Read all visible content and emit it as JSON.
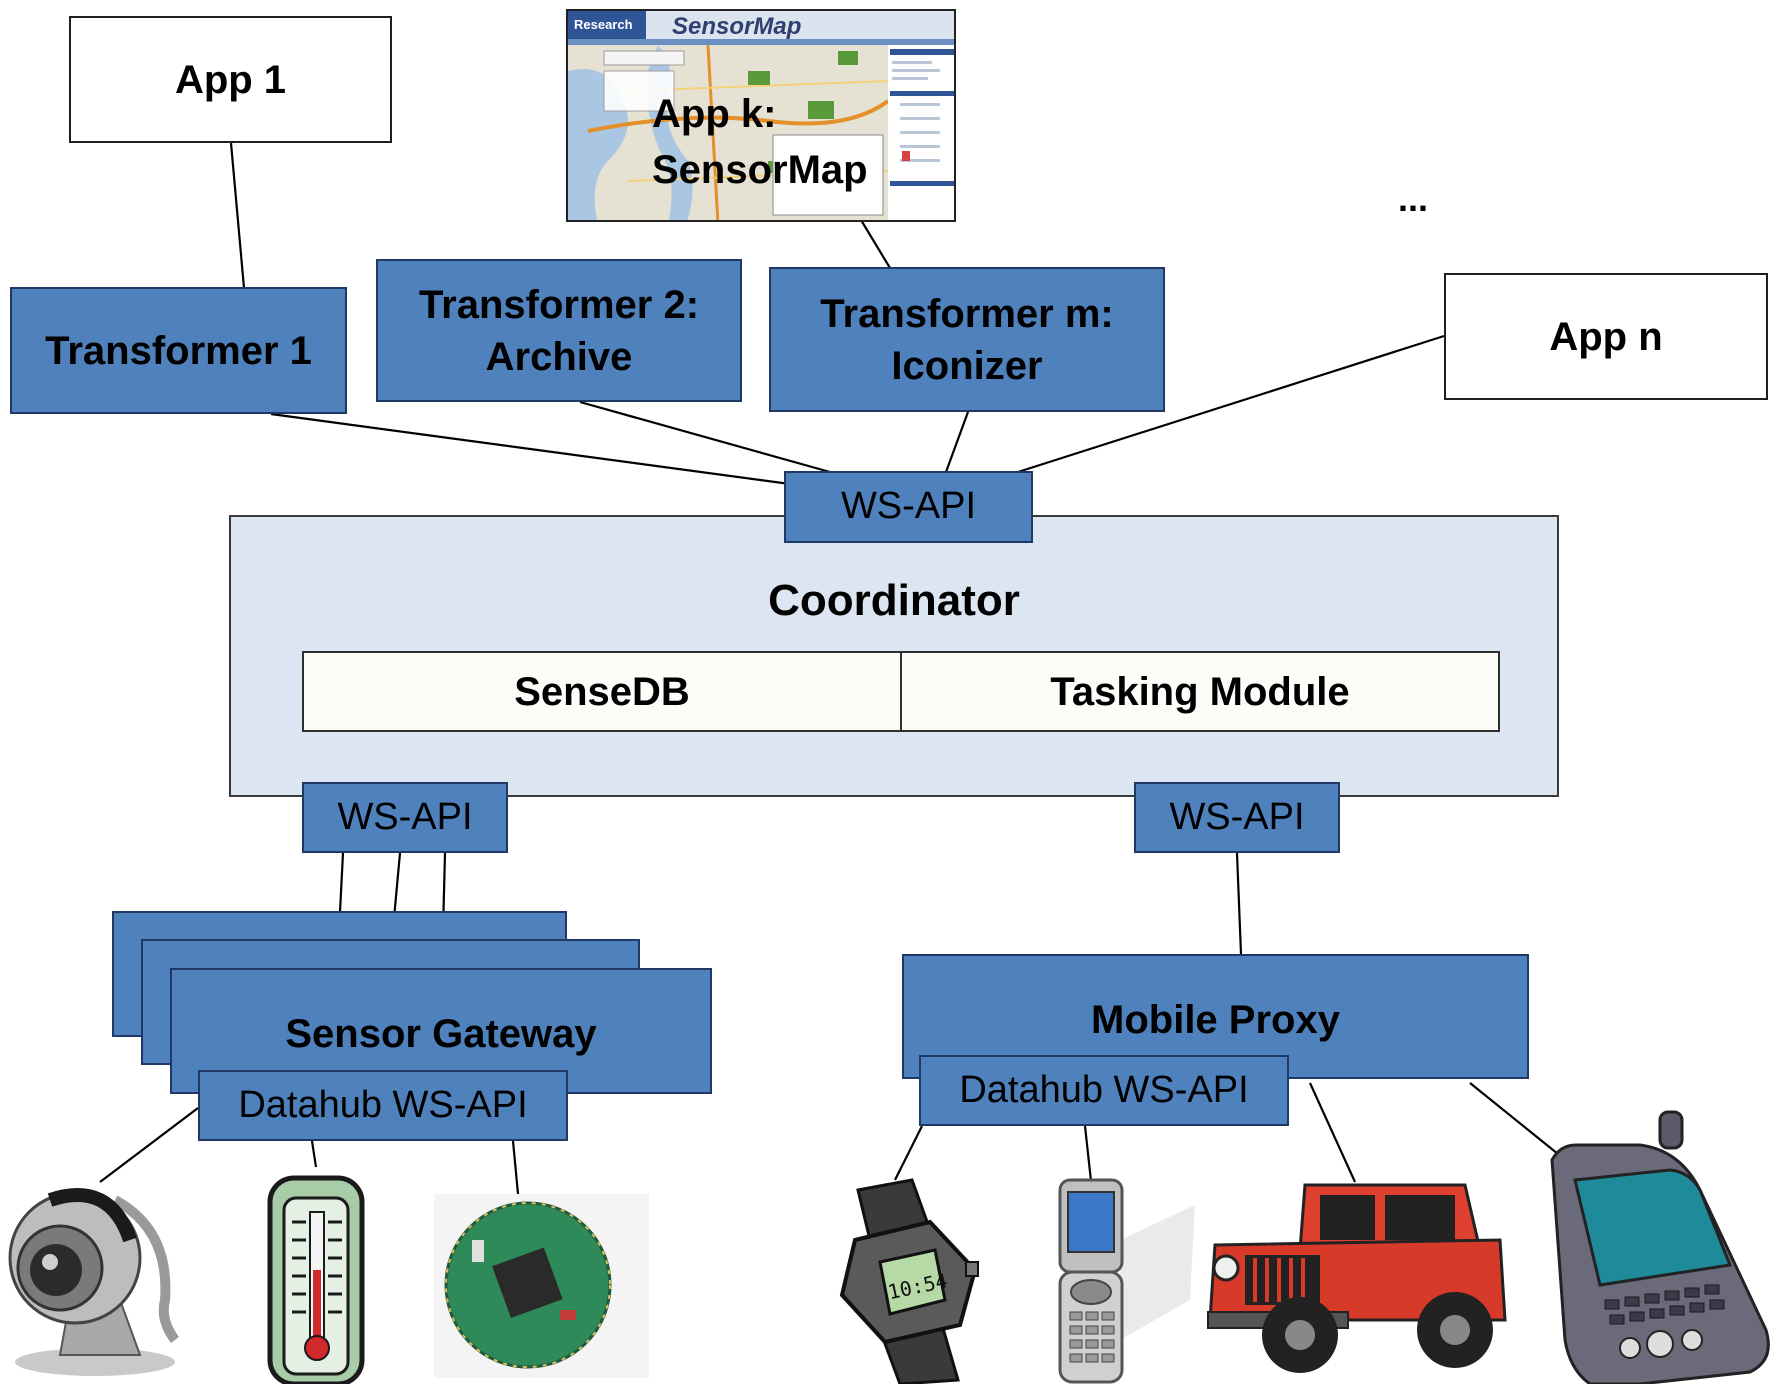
{
  "apps": {
    "app1": "App 1",
    "appk_line1": "App k:",
    "appk_line2": "SensorMap",
    "appn": "App n",
    "ellipsis": "..."
  },
  "sensormap_thumb": {
    "brand": "Research",
    "title": "SensorMap"
  },
  "transformers": {
    "t1": "Transformer 1",
    "t2_line1": "Transformer 2:",
    "t2_line2": "Archive",
    "tm_line1": "Transformer m:",
    "tm_line2": "Iconizer"
  },
  "coordinator": {
    "api_top": "WS-API",
    "title": "Coordinator",
    "sensedb": "SenseDB",
    "tasking": "Tasking Module",
    "api_left": "WS-API",
    "api_right": "WS-API"
  },
  "gateway": {
    "title": "Sensor Gateway",
    "api": "Datahub WS-API"
  },
  "mobile": {
    "title": "Mobile Proxy",
    "api": "Datahub WS-API"
  },
  "colors": {
    "component_blue": "#4f81bd",
    "coordinator_fill": "#dce6f2",
    "module_fill": "#fcfcf8"
  },
  "devices": {
    "sensor_gateway": [
      "webcam-icon",
      "thermometer-icon",
      "circuit-board-sensor-icon"
    ],
    "mobile_proxy": [
      "wristwatch-icon",
      "flip-phone-icon",
      "jeep-icon",
      "pda-icon"
    ],
    "watch_display": "10:54"
  }
}
